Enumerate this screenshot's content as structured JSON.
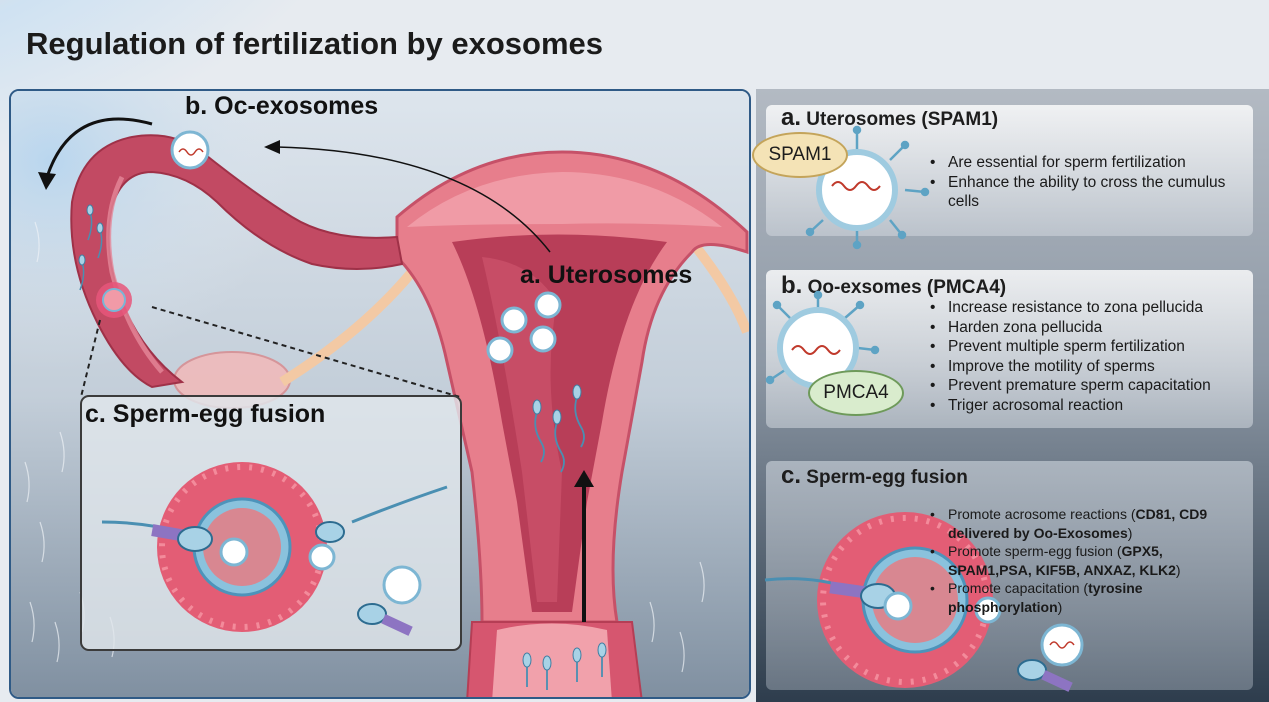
{
  "title": "Regulation of fertilization by exosomes",
  "left_labels": {
    "oc_exosomes": "b. Oc-exosomes",
    "uterosomes": "a. Uterosomes",
    "fusion": "c. Sperm-egg fusion"
  },
  "cards": [
    {
      "key": "a.",
      "title": "Uterosomes (SPAM1)",
      "tag": "SPAM1",
      "bullets": [
        "Are essential for sperm fertilization",
        "Enhance the ability to cross the cumulus cells"
      ]
    },
    {
      "key": "b.",
      "title": "Oo-exsomes (PMCA4)",
      "tag": "PMCA4",
      "bullets": [
        "Increase resistance to zona pellucida",
        "Harden zona pellucida",
        "Prevent multiple sperm fertilization",
        "Improve the motility of sperms",
        "Prevent premature sperm capacitation",
        "Triger acrosomal reaction"
      ]
    },
    {
      "key": "c.",
      "title": "Sperm-egg fusion",
      "bullets": [
        {
          "text": "Promote acrosome reactions (",
          "bold": "CD81, CD9 delivered by Oo-Exosomes",
          "end": ")"
        },
        {
          "text": "Promote sperm-egg fusion  (",
          "bold": "GPX5, SPAM1,PSA, KIF5B, ANXAZ, KLK2",
          "end": ")"
        },
        {
          "text": "Promote capacitation (",
          "bold": "tyrosine phosphorylation",
          "end": ")"
        }
      ]
    }
  ],
  "colors": {
    "uterus": "#e0707f",
    "uterus_dark": "#b53e55",
    "frame": "#2f5a86",
    "exosome": "#5ea3c4",
    "pmca4": "#d9eccd",
    "spam1": "#f4e3b6"
  }
}
